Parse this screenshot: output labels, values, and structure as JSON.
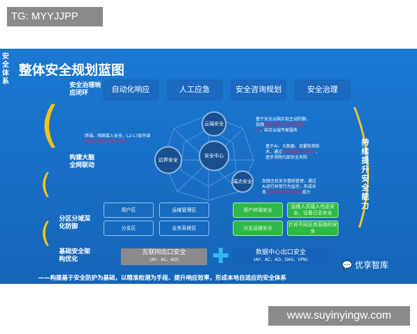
{
  "tag": "TG: MYYJJPP",
  "watermark": "www.suyinyingw.com",
  "slide": {
    "side_label": "安全体系",
    "title": "整体安全规划蓝图",
    "rows": [
      "安全治理响应闭环",
      "构建大脑全网联动",
      "分区分域深化防御",
      "基础安全架构优化"
    ],
    "top_buttons": [
      "自动化响应",
      "人工应急",
      "安全咨询规划",
      "安全治理"
    ],
    "left_bullet": {
      "text": "终端、网络接入安全、L2-L7层外部",
      "red": "威胁可视化  攻击  防御"
    },
    "bullets": [
      {
        "a": "基于安全云脑实现主动防御，加强",
        "red": "威胁情报  攻击 溯源能力",
        "b": "，结合云端专家服务"
      },
      {
        "a": "基于AI、大数据、流量检测技术，通过",
        "red": "未知威胁检测分析",
        "b": "，逐步消除内部安全风险"
      },
      {
        "a": "加强主机安全基线管理，通过AI进行异常行为监控，形成业务",
        "red": "持续检测  防御  响应",
        "b": "能力"
      }
    ],
    "nodes": [
      "云端安全",
      "边界安全",
      "安全中心",
      "端点安全"
    ],
    "zones": [
      "用户区",
      "运维管理区",
      "分支区",
      "业务系统区"
    ],
    "green_zones": [
      "用户终端安全",
      "运维人员接入信息安全、设备日志安全",
      "分支运维安全",
      "针对不同业务系统的安全"
    ],
    "internet_exit": {
      "title": "互联网出口安全",
      "sub": "(AF、AC、AD)"
    },
    "dc_exit": {
      "title": "数据中心出口安全",
      "sub": "(AF、AC、AD、DAS、VPN)"
    },
    "right_label": "持续提升安全能力",
    "brand": "优享智库",
    "footer": "——构建基于安全防护为基础，以精准检测为手段、提升响应效率，形成本地自适应的安全体系"
  }
}
